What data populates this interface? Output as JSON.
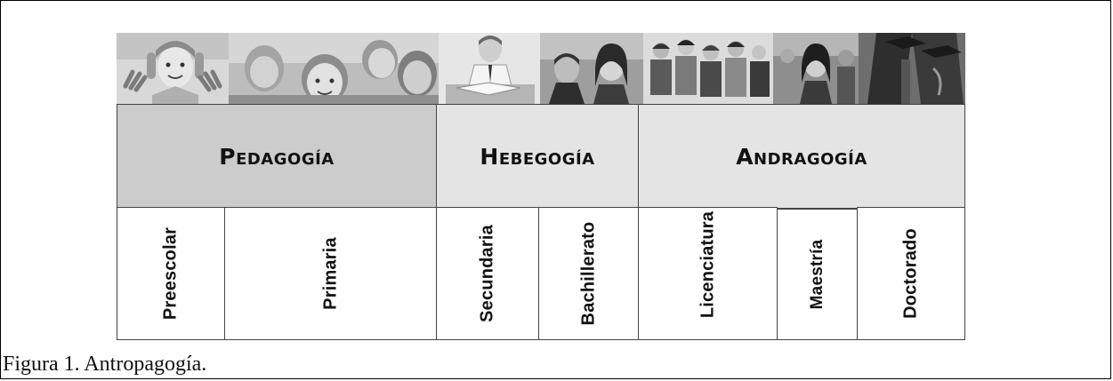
{
  "categories": [
    {
      "label": "Pedagogía",
      "fill": "#cccccc"
    },
    {
      "label": "Hebegogía",
      "fill": "#e4e4e4"
    },
    {
      "label": "Andragogía",
      "fill": "#e4e4e4"
    }
  ],
  "levels": [
    "Preescolar",
    "Primaria",
    "Secundaria",
    "Bachillerato",
    "Licenciatura",
    "Maestría",
    "Doctorado"
  ],
  "photos": [
    {
      "subject": "child-waving-photo"
    },
    {
      "subject": "children-group-photo"
    },
    {
      "subject": "student-studying-photo"
    },
    {
      "subject": "teen-students-photo"
    },
    {
      "subject": "university-students-photo"
    },
    {
      "subject": "young-adults-photo"
    },
    {
      "subject": "graduates-photo"
    }
  ],
  "caption": "Figura 1. Antropagogía."
}
